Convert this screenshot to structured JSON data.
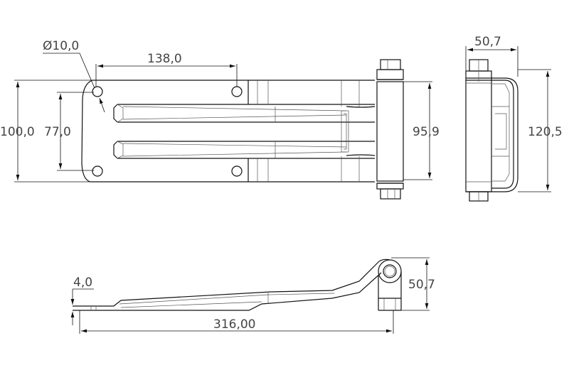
{
  "drawing": {
    "top_view": {
      "hole_diameter": "Ø10,0",
      "hole_spacing_horizontal": "138,0",
      "plate_height": "100,0",
      "hole_spacing_vertical": "77,0",
      "knuckle_height": "95,9"
    },
    "end_view": {
      "depth": "50,7",
      "overall_height": "120,5"
    },
    "side_view": {
      "plate_thickness": "4,0",
      "overall_length": "316,00",
      "knuckle_height": "50,7"
    }
  }
}
